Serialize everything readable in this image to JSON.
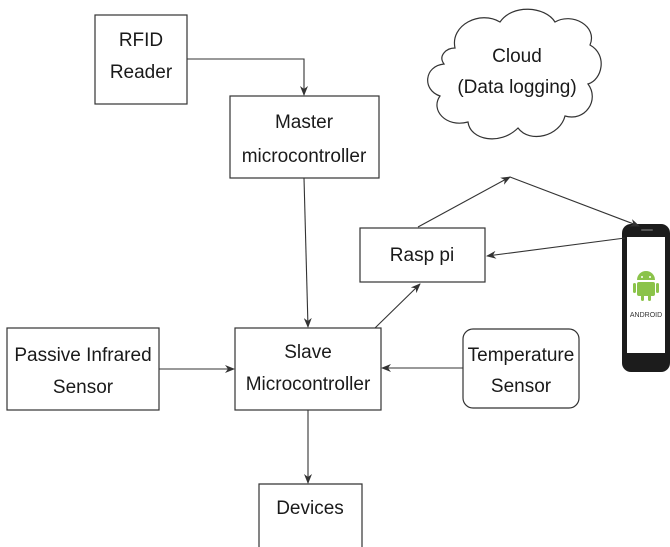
{
  "nodes": {
    "rfid": {
      "line1": "RFID",
      "line2": "Reader"
    },
    "master": {
      "line1": "Master",
      "line2": "microcontroller"
    },
    "cloud": {
      "line1": "Cloud",
      "line2": "(Data logging)"
    },
    "rasp": {
      "label": "Rasp pi"
    },
    "pir": {
      "line1": "Passive Infrared",
      "line2": "Sensor"
    },
    "slave": {
      "line1": "Slave",
      "line2": "Microcontroller"
    },
    "temp": {
      "line1": "Temperature",
      "line2": "Sensor"
    },
    "devices": {
      "label": "Devices"
    },
    "phone": {
      "logo_text": "ANDROID"
    }
  },
  "colors": {
    "android_green": "#8bc34a",
    "phone_body": "#1c1c1c",
    "screen": "#ffffff"
  }
}
